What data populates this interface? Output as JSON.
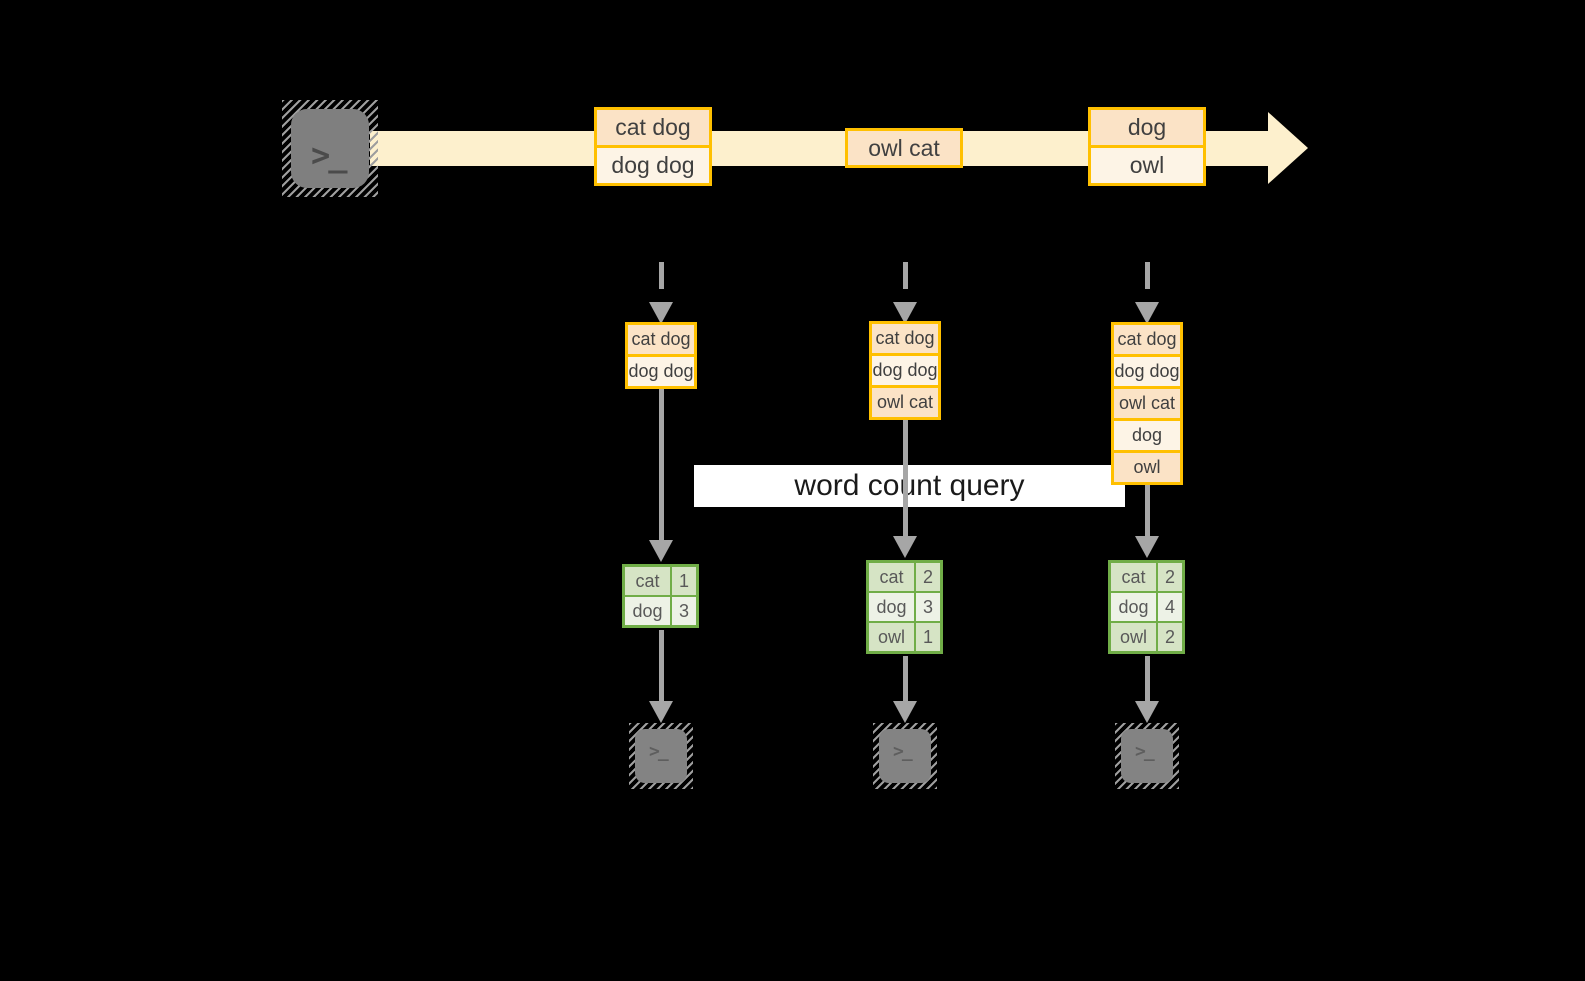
{
  "palette": {
    "background": "#000000",
    "stream_fill": "#FDF0CD",
    "record_border": "#FFC000",
    "record_cell_dark": "#FBE3C6",
    "record_cell_light": "#FDF4E6",
    "table_border": "#70AD47",
    "table_cell_dark": "#D6E4C5",
    "table_cell_light": "#EDF2E6",
    "arrow_gray": "#A6A6A6",
    "terminal_gray": "#7F7F7F"
  },
  "source_terminal": {
    "icon": "terminal-prompt-icon",
    "glyph": ">_"
  },
  "stream": {
    "boxes": [
      {
        "cells": [
          "cat dog",
          "dog dog"
        ]
      },
      {
        "cells": [
          "owl cat"
        ]
      },
      {
        "cells": [
          "dog",
          "owl"
        ]
      }
    ]
  },
  "query": {
    "label": "word count query"
  },
  "pipelines": [
    {
      "buffer": [
        "cat dog",
        "dog dog"
      ],
      "counts": [
        [
          "cat",
          "1"
        ],
        [
          "dog",
          "3"
        ]
      ]
    },
    {
      "buffer": [
        "cat dog",
        "dog dog",
        "owl cat"
      ],
      "counts": [
        [
          "cat",
          "2"
        ],
        [
          "dog",
          "3"
        ],
        [
          "owl",
          "1"
        ]
      ]
    },
    {
      "buffer": [
        "cat dog",
        "dog dog",
        "owl cat",
        "dog",
        "owl"
      ],
      "counts": [
        [
          "cat",
          "2"
        ],
        [
          "dog",
          "4"
        ],
        [
          "owl",
          "2"
        ]
      ]
    }
  ],
  "sink_terminals": [
    {
      "icon": "terminal-prompt-icon",
      "glyph": ">_"
    },
    {
      "icon": "terminal-prompt-icon",
      "glyph": ">_"
    },
    {
      "icon": "terminal-prompt-icon",
      "glyph": ">_"
    }
  ]
}
